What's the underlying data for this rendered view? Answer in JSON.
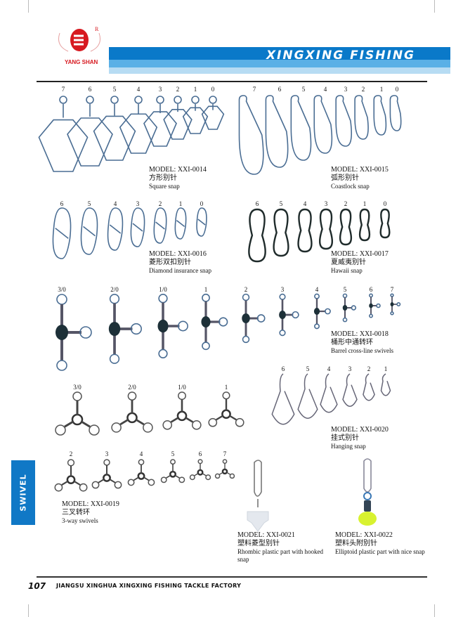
{
  "header": {
    "logo_text": "YANG SHAN",
    "logo_mark": "S",
    "registered": "R",
    "brand": "XINGXING FISHING"
  },
  "side_tab": "SWIVEL",
  "footer": {
    "page_number": "107",
    "company": "JIANGSU XINGHUA XINGXING FISHING TACKLE FACTORY"
  },
  "colors": {
    "accent_blue": "#0a79c9",
    "logo_red": "#d71920"
  },
  "products": [
    {
      "model": "MODEL: XXI-0014",
      "cn": "方形别针",
      "en": "Square snap",
      "sizes": [
        "7",
        "6",
        "5",
        "4",
        "3",
        "2",
        "1",
        "0"
      ]
    },
    {
      "model": "MODEL: XXI-0015",
      "cn": "弧形别针",
      "en": "Coastlock snap",
      "sizes": [
        "7",
        "6",
        "5",
        "4",
        "3",
        "2",
        "1",
        "0"
      ]
    },
    {
      "model": "MODEL: XXI-0016",
      "cn": "菱形双扣别针",
      "en": "Diamond insurance snap",
      "sizes": [
        "6",
        "5",
        "4",
        "3",
        "2",
        "1",
        "0"
      ]
    },
    {
      "model": "MODEL: XXI-0017",
      "cn": "夏威夷别针",
      "en": "Hawaii snap",
      "sizes": [
        "6",
        "5",
        "4",
        "3",
        "2",
        "1",
        "0"
      ]
    },
    {
      "model": "MODEL: XXI-0018",
      "cn": "桶形中通转环",
      "en": "Barrel cross-line swivels",
      "sizes": [
        "3/0",
        "2/0",
        "1/0",
        "1",
        "2",
        "3",
        "4",
        "5",
        "6",
        "7"
      ]
    },
    {
      "model": "MODEL: XXI-0020",
      "cn": "挂式别针",
      "en": "Hanging snap",
      "sizes": [
        "6",
        "5",
        "4",
        "3",
        "2",
        "1"
      ]
    },
    {
      "model": "MODEL: XXI-0019",
      "cn": "三叉转环",
      "en": "3-way swivels",
      "sizes": [
        "3/0",
        "2/0",
        "1/0",
        "1"
      ],
      "sizes2": [
        "2",
        "3",
        "4",
        "5",
        "6",
        "7"
      ]
    },
    {
      "model": "MODEL: XXI-0021",
      "cn": "塑料菱型别针",
      "en": "Rhombic plastic part with hooked snap"
    },
    {
      "model": "MODEL: XXI-0022",
      "cn": "塑料头附别针",
      "en": "Elliptoid plastic part with nice snap"
    }
  ]
}
